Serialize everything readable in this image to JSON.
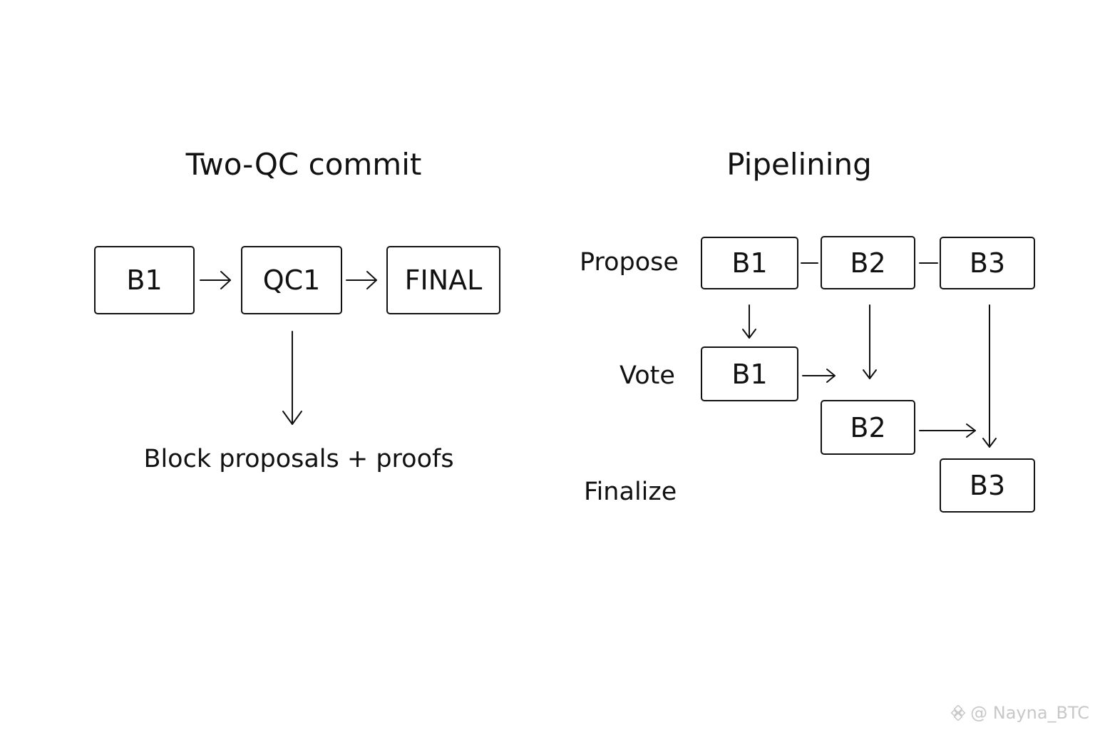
{
  "two_qc": {
    "title": "Two-QC commit",
    "boxes": [
      "B1",
      "QC1",
      "FINAL"
    ],
    "caption": "Block proposals + proofs"
  },
  "pipelining": {
    "title": "Pipelining",
    "rows": {
      "propose": "Propose",
      "vote": "Vote",
      "finalize": "Finalize"
    },
    "propose_blocks": [
      "B1",
      "B2",
      "B3"
    ],
    "vote_blocks": [
      "B1",
      "B2"
    ],
    "finalize_blocks": [
      "B3"
    ]
  },
  "watermark": {
    "text": "@ Nayna_BTC",
    "icon": "binance-diamond-icon"
  }
}
